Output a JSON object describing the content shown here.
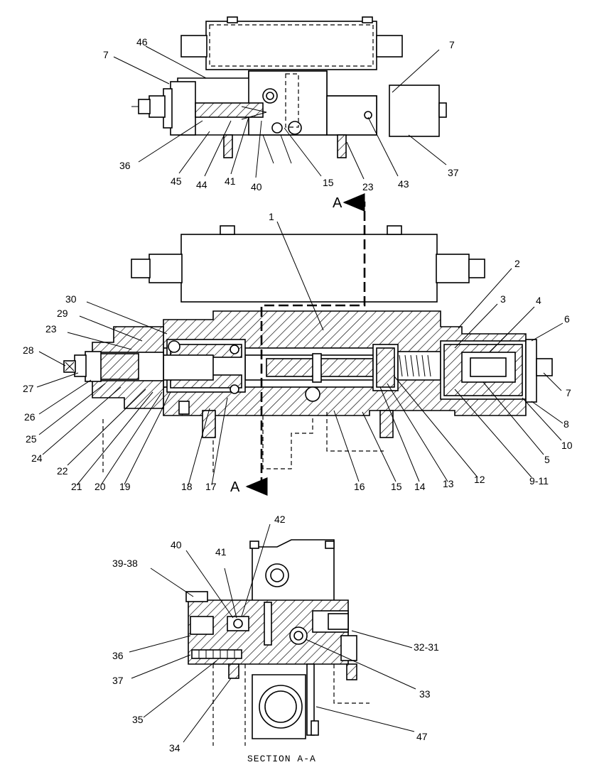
{
  "section_title": "SECTION A-A",
  "section_marker": "A",
  "top_view_callouts": [
    "7",
    "46",
    "7",
    "36",
    "45",
    "44",
    "41",
    "40",
    "15",
    "23",
    "43",
    "37"
  ],
  "side_view_callouts": [
    "1",
    "2",
    "3",
    "4",
    "6",
    "30",
    "29",
    "23",
    "28",
    "27",
    "26",
    "25",
    "24",
    "22",
    "21",
    "20",
    "19",
    "18",
    "17",
    "16",
    "15",
    "14",
    "13",
    "12",
    "9-11",
    "5",
    "10",
    "8",
    "7"
  ],
  "section_callouts": [
    "42",
    "40",
    "41",
    "39-38",
    "36",
    "37",
    "35",
    "34",
    "32-31",
    "33",
    "47"
  ]
}
